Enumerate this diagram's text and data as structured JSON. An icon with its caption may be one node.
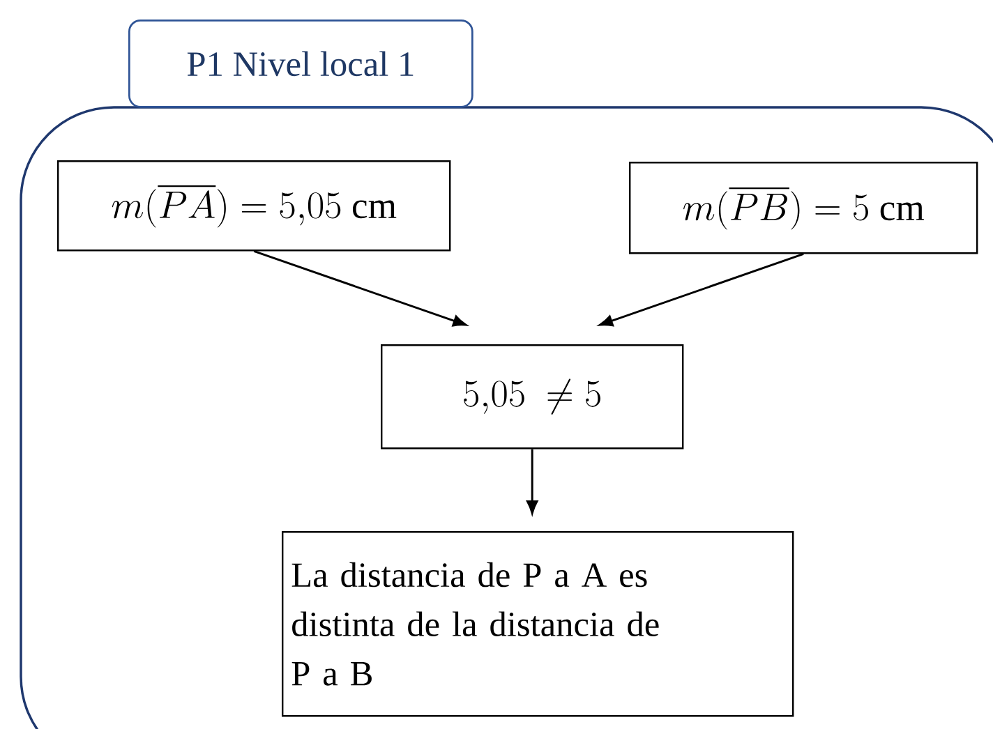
{
  "diagram": {
    "nodes": [
      {
        "text": [
          "P1 Nivel local 1"
        ]
      },
      {
        "text": [
          "m(\\overline{PA}) = 5{,}05\\ \\mathrm{cm}"
        ],
        "in": 0
      },
      {
        "text": [
          "m(\\overline{PB}) = 5\\ \\mathrm{cm}"
        ],
        "in": 0
      },
      {
        "text": [
          "5{,}05\\ \\neq 5"
        ],
        "in": 0
      },
      {
        "text": [
          "La distancia de P a A es distinta de la distancia de P a B"
        ],
        "in": 0
      }
    ],
    "edges": [
      {
        "from": 1,
        "to": 3,
        "arrow": "to"
      },
      {
        "from": 2,
        "to": 3,
        "arrow": "to"
      },
      {
        "from": 3,
        "to": 4,
        "arrow": "to"
      }
    ]
  }
}
